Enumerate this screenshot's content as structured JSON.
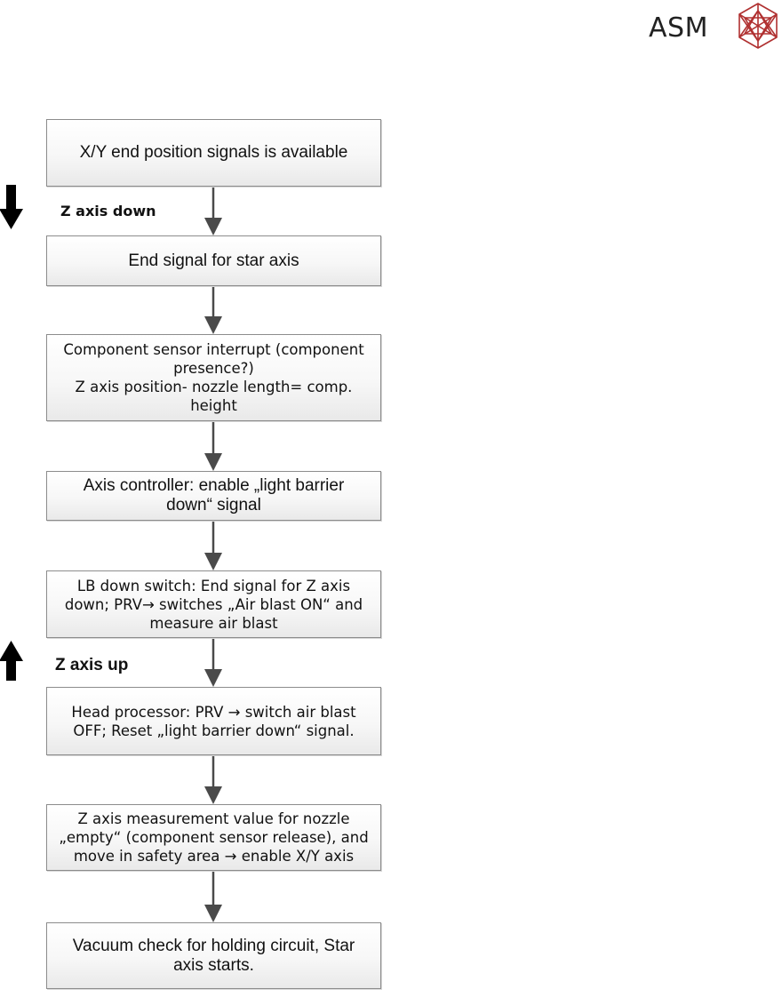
{
  "logo": {
    "text": "ASM",
    "mark_icon": "asm-crystal-logo-icon",
    "color": "#b03030"
  },
  "side_labels": {
    "z_axis_down": "Z axis down",
    "z_axis_up": "Z axis up"
  },
  "steps": [
    {
      "lines": [
        "X/Y end position signals is available"
      ]
    },
    {
      "lines": [
        "End signal for star axis"
      ]
    },
    {
      "lines": [
        "Component sensor interrupt (component",
        "presence?)",
        "Z axis position- nozzle length= comp.",
        "height"
      ]
    },
    {
      "lines": [
        "Axis controller: enable „light barrier",
        "down“ signal"
      ]
    },
    {
      "lines": [
        "LB down switch: End signal for Z axis",
        "down; PRV→ switches „Air blast ON“ and",
        "measure air blast"
      ]
    },
    {
      "lines": [
        "Head processor: PRV → switch air blast",
        "OFF; Reset „light barrier down“ signal."
      ]
    },
    {
      "lines": [
        "Z axis measurement value for nozzle",
        "„empty“ (component sensor release), and",
        "move in safety area → enable X/Y axis"
      ]
    },
    {
      "lines": [
        "Vacuum check for holding circuit, Star",
        "axis starts."
      ]
    }
  ],
  "colors": {
    "box_border": "#8c8c8c",
    "arrow": "#4a4a4a",
    "big_arrow": "#000000"
  }
}
